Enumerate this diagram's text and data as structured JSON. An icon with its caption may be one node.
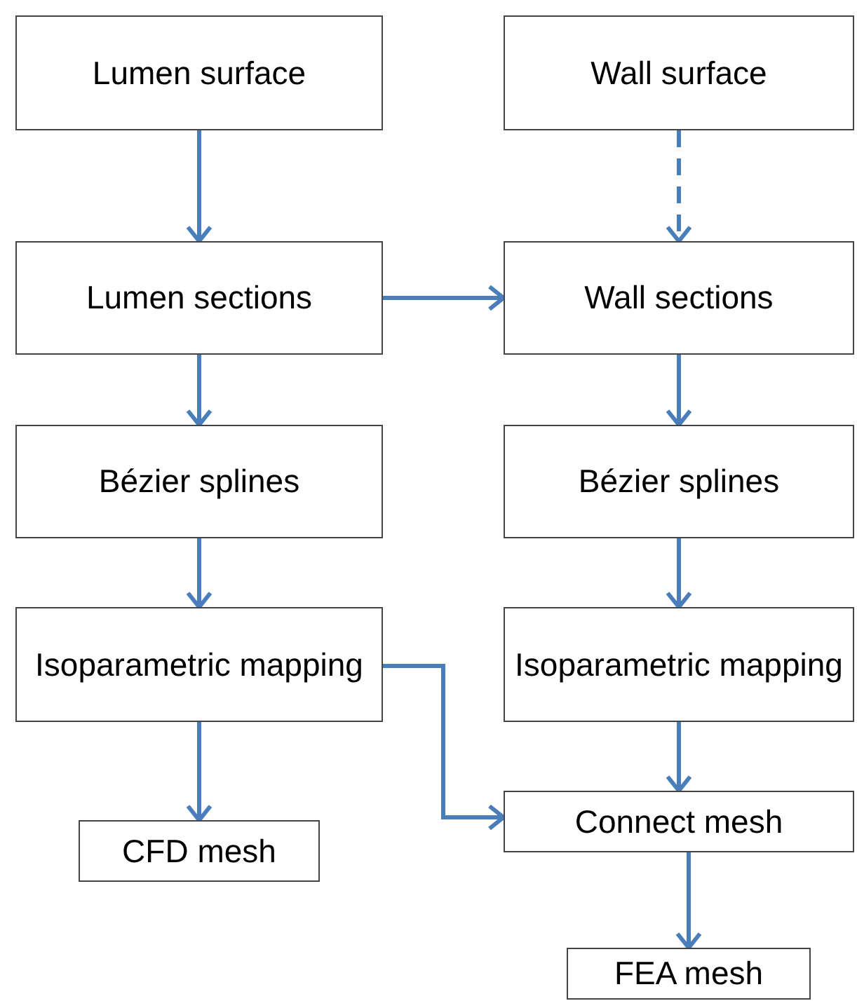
{
  "diagram": {
    "nodes": [
      {
        "text": [
          "Lumen surface"
        ]
      },
      {
        "text": [
          "Wall surface"
        ]
      },
      {
        "text": [
          "Lumen sections"
        ]
      },
      {
        "text": [
          "Wall sections"
        ]
      },
      {
        "text": [
          "Bézier splines"
        ]
      },
      {
        "text": [
          "Bézier splines"
        ]
      },
      {
        "text": [
          "Isoparametric mapping"
        ]
      },
      {
        "text": [
          "Isoparametric mapping"
        ]
      },
      {
        "text": [
          "CFD mesh"
        ]
      },
      {
        "text": [
          "Connect mesh"
        ]
      },
      {
        "text": [
          "FEA mesh"
        ]
      }
    ],
    "edges": [
      {
        "from": 0,
        "to": 2,
        "arrow": "to"
      },
      {
        "from": 1,
        "to": 3,
        "arrow": "to",
        "style": "dashed"
      },
      {
        "from": 2,
        "to": 3,
        "arrow": "to"
      },
      {
        "from": 2,
        "to": 4,
        "arrow": "to"
      },
      {
        "from": 3,
        "to": 5,
        "arrow": "to"
      },
      {
        "from": 4,
        "to": 6,
        "arrow": "to"
      },
      {
        "from": 5,
        "to": 7,
        "arrow": "to"
      },
      {
        "from": 6,
        "to": 8,
        "arrow": "to"
      },
      {
        "from": 7,
        "to": 9,
        "arrow": "to"
      },
      {
        "from": 6,
        "to": 9,
        "arrow": "to"
      },
      {
        "from": 9,
        "to": 10,
        "arrow": "to"
      }
    ]
  }
}
